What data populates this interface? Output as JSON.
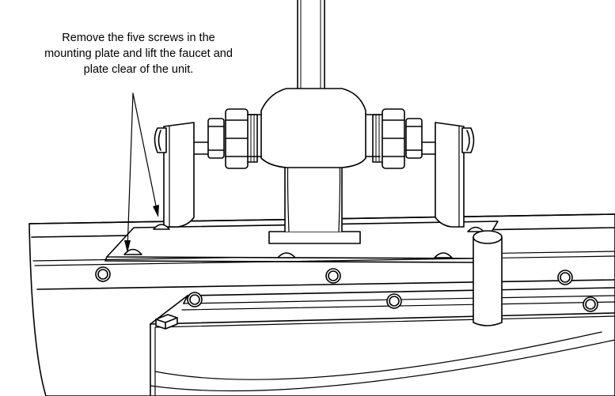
{
  "callout": {
    "lines": [
      "Remove the five screws in the",
      "mounting plate and lift the faucet and",
      "plate clear of the unit."
    ]
  },
  "colors": {
    "line": "#000000",
    "fill": "#ffffff",
    "rim": "#f2f2f2"
  },
  "icons": {
    "arrow": "arrowhead",
    "screw": "dome-head-screw",
    "bolt": "knurled-bolt-head"
  }
}
